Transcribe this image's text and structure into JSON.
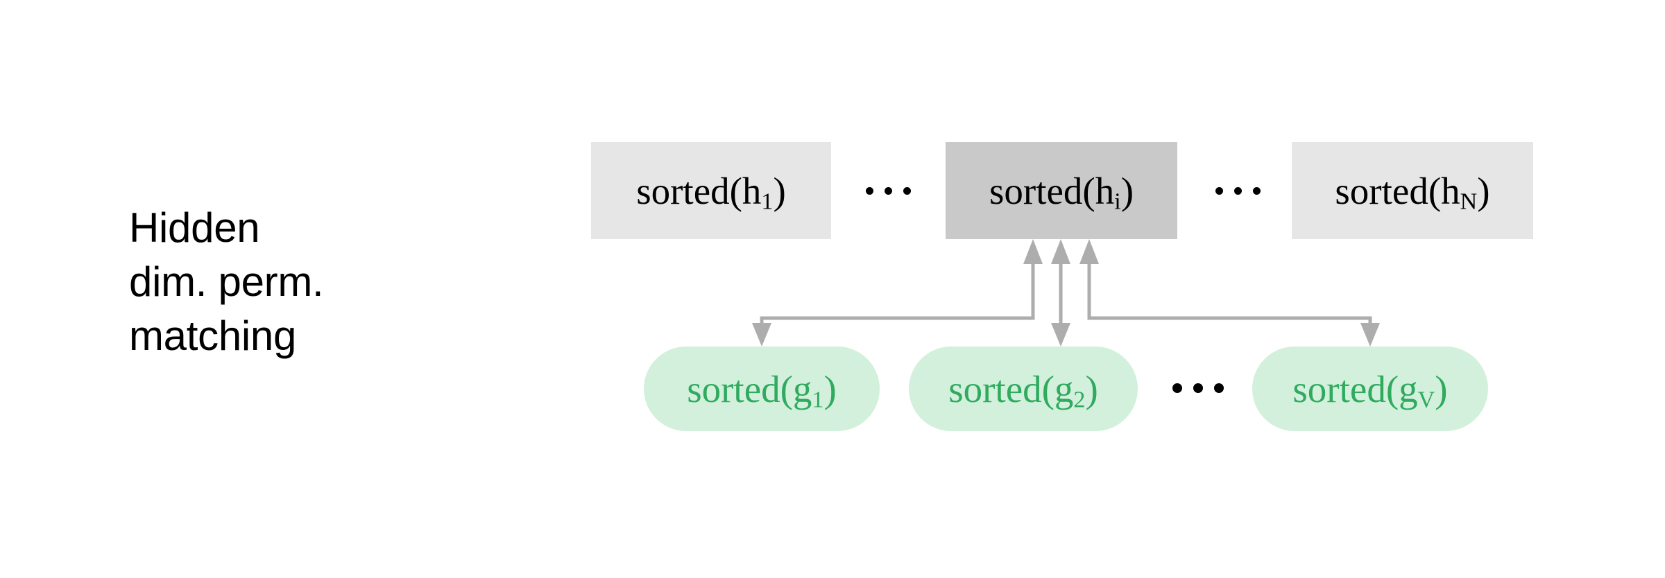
{
  "caption": {
    "text": "Hidden\ndim. perm.\nmatching",
    "lines": [
      "Hidden",
      "dim. perm.",
      "matching"
    ]
  },
  "colors": {
    "background": "#ffffff",
    "box_fill": "#e6e6e6",
    "box_fill_highlight": "#c9c9c9",
    "box_text": "#000000",
    "pill_fill": "#d2f0dc",
    "pill_text": "#2faa5e",
    "connector": "#adadad",
    "caption_text": "#000000",
    "ellipsis_dot": "#000000"
  },
  "hidden_row": {
    "label": "hidden-dimension-boxes",
    "items": [
      {
        "id": "h1",
        "base": "sorted(h",
        "sub": "1",
        "close": ")",
        "full": "sorted(h1)",
        "highlighted": false
      },
      {
        "id": "hi",
        "base": "sorted(h",
        "sub": "i",
        "close": ")",
        "full": "sorted(hi)",
        "highlighted": true
      },
      {
        "id": "hN",
        "base": "sorted(h",
        "sub": "N",
        "close": ")",
        "full": "sorted(hN)",
        "highlighted": false
      }
    ],
    "ellipses": [
      "···",
      "···"
    ]
  },
  "group_row": {
    "label": "group-pills",
    "items": [
      {
        "id": "g1",
        "base": "sorted(g",
        "sub": "1",
        "close": ")",
        "full": "sorted(g1)"
      },
      {
        "id": "g2",
        "base": "sorted(g",
        "sub": "2",
        "close": ")",
        "full": "sorted(g2)"
      },
      {
        "id": "gV",
        "base": "sorted(g",
        "sub": "V",
        "close": ")",
        "full": "sorted(gV)"
      }
    ],
    "ellipses": [
      "···"
    ]
  },
  "connectors": {
    "description": "three arrows from group pills into the highlighted hidden-dimension box",
    "edges": [
      {
        "from": "g1",
        "to": "hi"
      },
      {
        "from": "g2",
        "to": "hi"
      },
      {
        "from": "gV",
        "to": "hi"
      }
    ]
  }
}
